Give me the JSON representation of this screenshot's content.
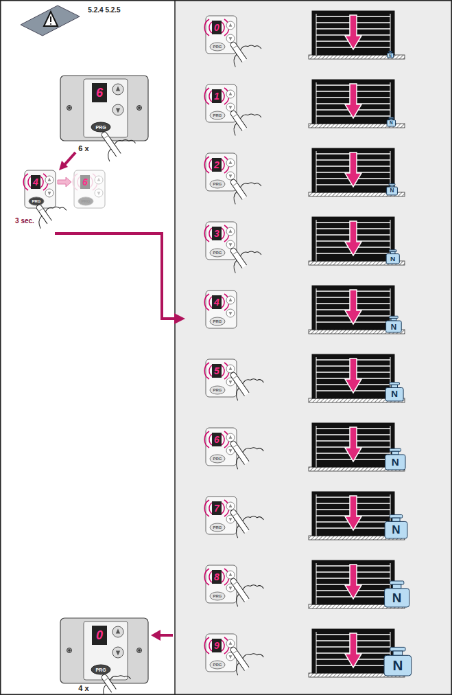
{
  "diagram": {
    "labels": [
      "5.2.4 5.2.5",
      "6",
      "PRG",
      "6 x",
      "4",
      "PRG",
      "6",
      "PRG",
      "3 sec.",
      "0",
      "PRG",
      "N",
      "1",
      "PRG",
      "N",
      "2",
      "PRG",
      "N",
      "3",
      "PRG",
      "N",
      "4",
      "PRG",
      "N",
      "5",
      "PRG",
      "N",
      "6",
      "PRG",
      "N",
      "7",
      "PRG",
      "N",
      "8",
      "PRG",
      "N",
      "9",
      "PRG",
      "N",
      "0",
      "PRG",
      "4 x"
    ]
  }
}
